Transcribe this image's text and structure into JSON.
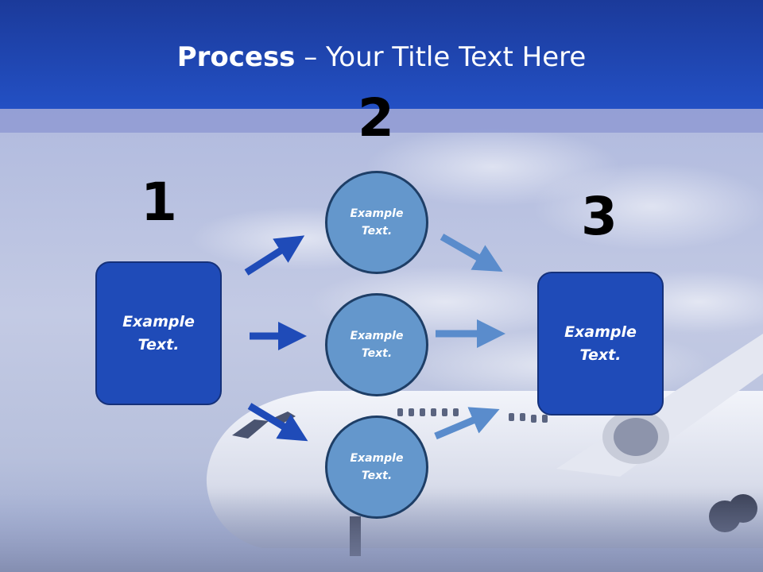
{
  "slide": {
    "title_bold": "Process",
    "title_rest": " – Your Title Text Here"
  },
  "steps": {
    "one": "1",
    "two": "2",
    "three": "3"
  },
  "left_box": {
    "text": "Example Text."
  },
  "right_box": {
    "text": "Example Text."
  },
  "circles": [
    {
      "text": "Example Text."
    },
    {
      "text": "Example Text."
    },
    {
      "text": "Example Text."
    }
  ],
  "colors": {
    "title_bar": "#2350c4",
    "box_fill": "#1f4bb8",
    "circle_fill": "#6497cc",
    "arrow_dark": "#1f4bb8",
    "arrow_light": "#5a8ccc"
  }
}
